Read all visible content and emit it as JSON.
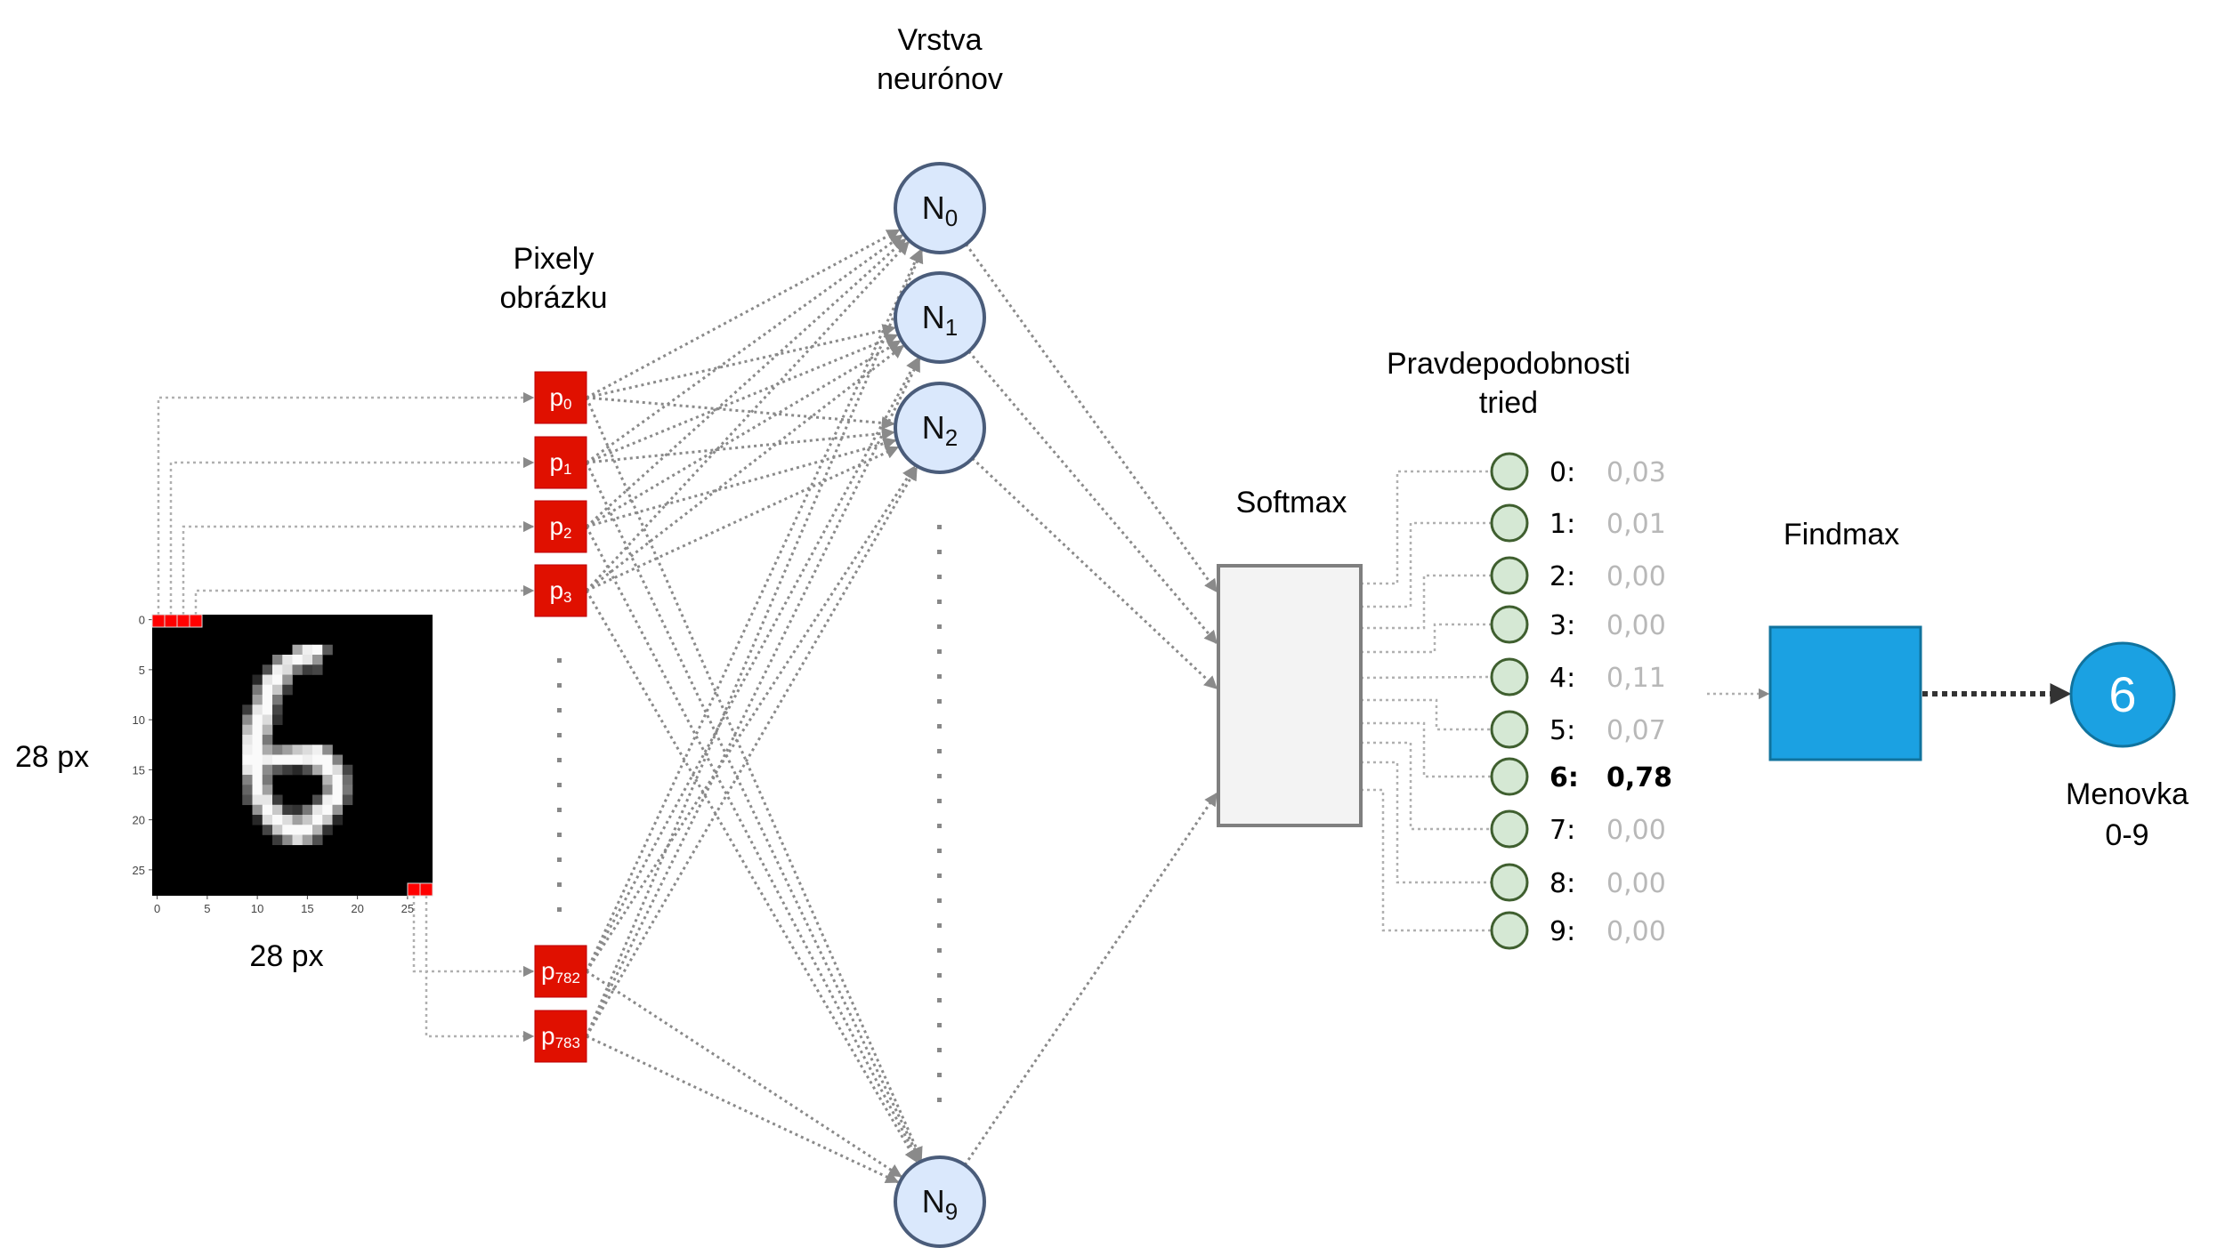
{
  "titles": {
    "layer_line1": "Vrstva",
    "layer_line2": "neurónov",
    "pixels_line1": "Pixely",
    "pixels_line2": "obrázku",
    "probs_line1": "Pravdepodobnosti",
    "probs_line2": "tried",
    "softmax": "Softmax",
    "findmax": "Findmax",
    "label_line1": "Menovka",
    "label_line2": "0-9"
  },
  "image": {
    "width_label": "28 px",
    "height_label": "28 px",
    "digit": "6",
    "x_ticks": [
      "0",
      "5",
      "10",
      "15",
      "20",
      "25"
    ],
    "y_ticks": [
      "0",
      "5",
      "10",
      "15",
      "20",
      "25"
    ]
  },
  "pixels": [
    {
      "base": "p",
      "sub": "0"
    },
    {
      "base": "p",
      "sub": "1"
    },
    {
      "base": "p",
      "sub": "2"
    },
    {
      "base": "p",
      "sub": "3"
    },
    {
      "base": "p",
      "sub": "782"
    },
    {
      "base": "p",
      "sub": "783"
    }
  ],
  "neurons": [
    {
      "base": "N",
      "sub": "0"
    },
    {
      "base": "N",
      "sub": "1"
    },
    {
      "base": "N",
      "sub": "2"
    },
    {
      "base": "N",
      "sub": "9"
    }
  ],
  "classes": [
    {
      "label": "0:",
      "prob": "0,03",
      "highlight": false
    },
    {
      "label": "1:",
      "prob": "0,01",
      "highlight": false
    },
    {
      "label": "2:",
      "prob": "0,00",
      "highlight": false
    },
    {
      "label": "3:",
      "prob": "0,00",
      "highlight": false
    },
    {
      "label": "4:",
      "prob": "0,11",
      "highlight": false
    },
    {
      "label": "5:",
      "prob": "0,07",
      "highlight": false
    },
    {
      "label": "6:",
      "prob": "0,78",
      "highlight": true
    },
    {
      "label": "7:",
      "prob": "0,00",
      "highlight": false
    },
    {
      "label": "8:",
      "prob": "0,00",
      "highlight": false
    },
    {
      "label": "9:",
      "prob": "0,00",
      "highlight": false
    }
  ],
  "output": {
    "value": "6"
  },
  "colors": {
    "pixel_fill": "#e01000",
    "neuron_fill": "#dae8fc",
    "neuron_stroke": "#4a5c7a",
    "class_fill": "#d5e8d4",
    "class_stroke": "#3f5f2f",
    "softmax_fill": "#f3f3f3",
    "softmax_stroke": "#7f7f7f",
    "findmax_fill": "#1ba1e2",
    "findmax_stroke": "#10739e"
  }
}
